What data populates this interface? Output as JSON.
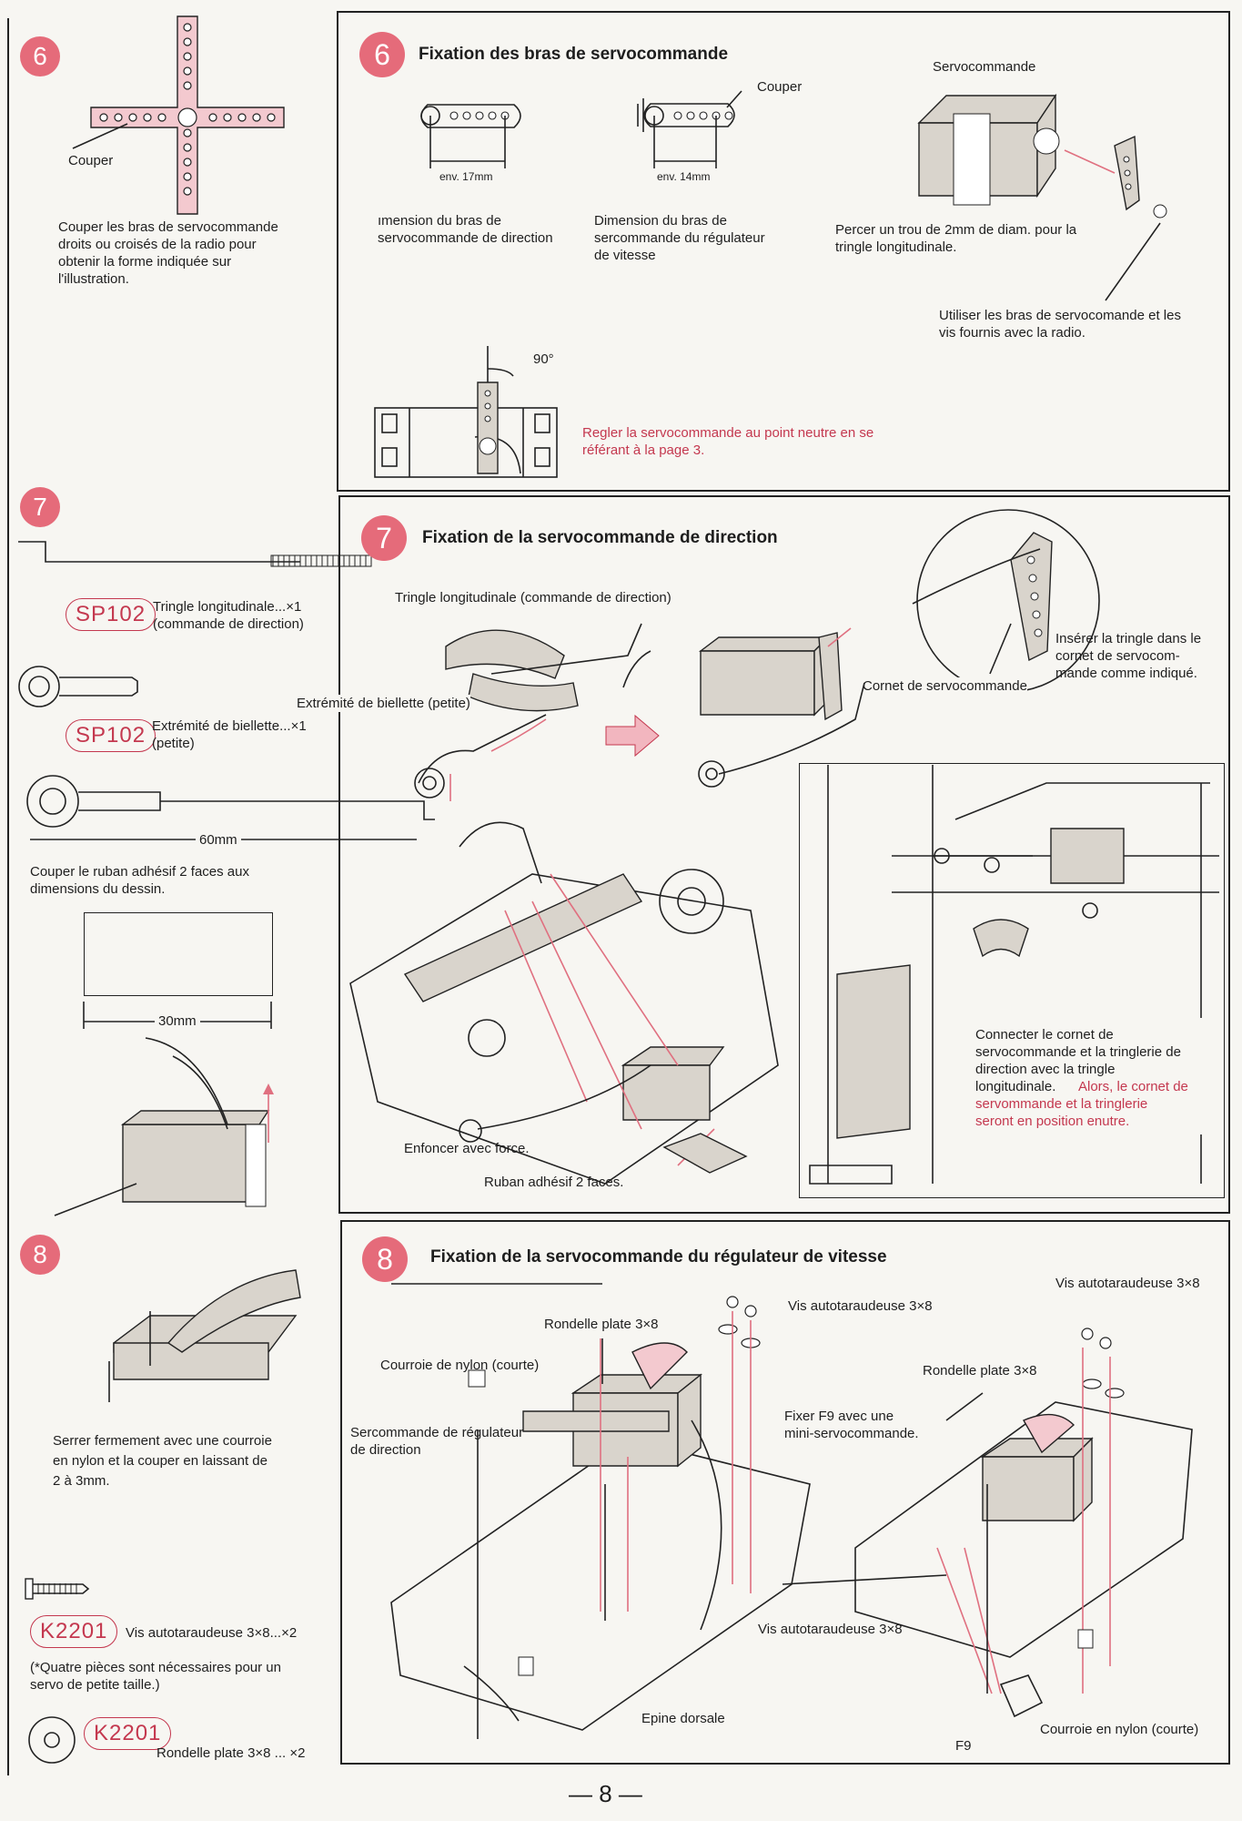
{
  "page_number": "— 8 —",
  "left": {
    "s6": {
      "num": "6",
      "couper": "Couper",
      "desc": "Couper les bras de servocommande\ndroits ou croisés de la radio pour\nobtenir la forme indiquée sur\nl'illustration."
    },
    "s7": {
      "num": "7",
      "code1": "SP102",
      "item1": "Tringle longitudinale...×1\n(commande de direction)",
      "code2": "SP102",
      "item2": "Extrémité de biellette...×1\n(petite)",
      "dim60": "60mm",
      "tape_desc": "Couper le ruban adhésif 2 faces aux\ndimensions du dessin.",
      "dim30": "30mm"
    },
    "s8": {
      "num": "8",
      "desc": "Serrer fermement avec une courroie\nen nylon et la couper en laissant de\n2 à 3mm.",
      "code1": "K2201",
      "item1": "Vis autotaraudeuse 3×8...×2",
      "note": "(*Quatre pièces sont nécessaires pour un\nservo de petite taille.)",
      "code2": "K2201",
      "item2": "Rondelle plate 3×8 ... ×2"
    }
  },
  "step6": {
    "num": "6",
    "title": "Fixation des bras de servocommande",
    "couper": "Couper",
    "servocommande": "Servocommande",
    "dim17": "env. 17mm",
    "dim14": "env. 14mm",
    "dir_arm": "ımension du bras de\nservocommande de direction",
    "speed_arm": "Dimension du bras de\nsercommande du régulateur\nde vitesse",
    "drill": "Percer un trou de 2mm de diam. pour la\ntringle longitudinale.",
    "use": "Utiliser les bras de servocomande et les\nvis fournis avec la radio.",
    "angle": "90°",
    "neutral": "Regler la servocommande au point neutre en se\nréférant à la page 3."
  },
  "step7": {
    "num": "7",
    "title": "Fixation de la servocommande de direction",
    "tringle": "Tringle longitudinale (commande de direction)",
    "inserer": "Insérer la tringle dans le\ncornet de servocom-\nmande comme indiqué.",
    "cornet": "Cornet de servocommande",
    "extremite": "Extrémité de biellette (petite)",
    "connect_black": "Connecter le cornet de\nservocommande et la tringlerie de\ndirection avec la tringle\nlongitudinale.",
    "connect_pink": "Alors, le cornet de\nservommande et la tringlerie\nseront en position enutre.",
    "enfoncer": "Enfoncer avec force.",
    "ruban": "Ruban adhésif 2 faces."
  },
  "step8": {
    "num": "8",
    "title": "Fixation de la servocommande du régulateur de vitesse",
    "vis_a": "Vis autotaraudeuse 3×8",
    "vis_b": "Vis autotaraudeuse 3×8",
    "rondelle_a": "Rondelle plate 3×8",
    "rondelle_b": "Rondelle plate 3×8",
    "courroie_a": "Courroie de nylon (courte)",
    "fixer": "Fixer F9 avec une\nmini-servocommande.",
    "sercommande": "Sercommande de régulateur\nde direction",
    "vis_c": "Vis autotaraudeuse 3×8",
    "epine": "Epine dorsale",
    "f9": "F9",
    "courroie_b": "Courroie en nylon (courte)"
  },
  "colors": {
    "accent": "#e56b7a",
    "pink_text": "#c4384f"
  }
}
